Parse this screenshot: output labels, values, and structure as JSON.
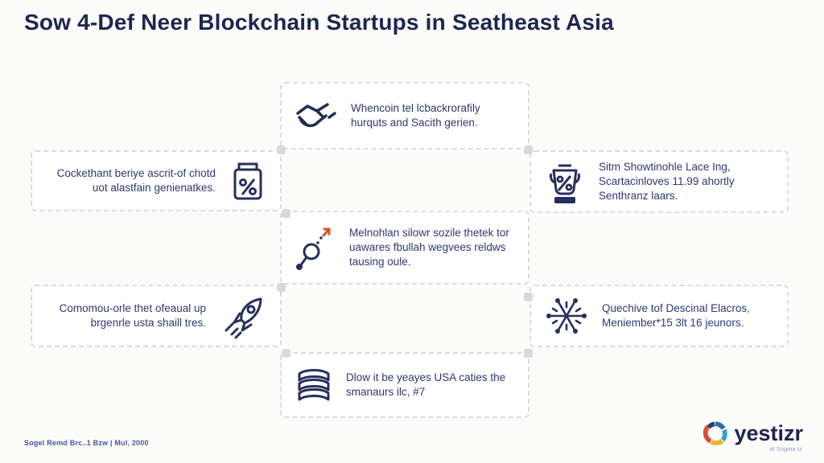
{
  "title": "Sow 4-Def Neer Blockchain Startups in Seatheast Asia",
  "cards": [
    {
      "icon": "handshake-icon",
      "text": "Whencoin tel lcbackrorafily hurquts and Sacith gerien."
    },
    {
      "icon": "jar-percent-icon",
      "text": "Cockethant beriye ascrit-of chotd uot alastfain genienatkes."
    },
    {
      "icon": "kettle-percent-icon",
      "text": "Sitm Showtinohle Lace Ing, Scartacinloves 11.99 ahortly Senthranz laars."
    },
    {
      "icon": "magnifier-arrow-icon",
      "text": "Melnohlan silowr sozile thetek tor uawares fbullah wegvees reldws tausing oule."
    },
    {
      "icon": "rocket-icon",
      "text": "Comomou-orle thet ofeaual up brgenrle usta shaill tres."
    },
    {
      "icon": "snowflake-network-icon",
      "text": "Quechive tof Descinal Elacros, Meniember*15 3lt 16 jeunors."
    },
    {
      "icon": "book-stack-icon",
      "text": "Dlow it be yeayes USA caties the smanaurs ilc, #7"
    }
  ],
  "footer": {
    "source_note": "Sogel Remd Brc..1 Bzw | Mul, 2000"
  },
  "brand": {
    "name": "yestizr",
    "tagline": "of Sogma tz"
  },
  "colors": {
    "navy": "#1c2650",
    "text": "#2b3a70",
    "accent_orange": "#d8522a"
  }
}
